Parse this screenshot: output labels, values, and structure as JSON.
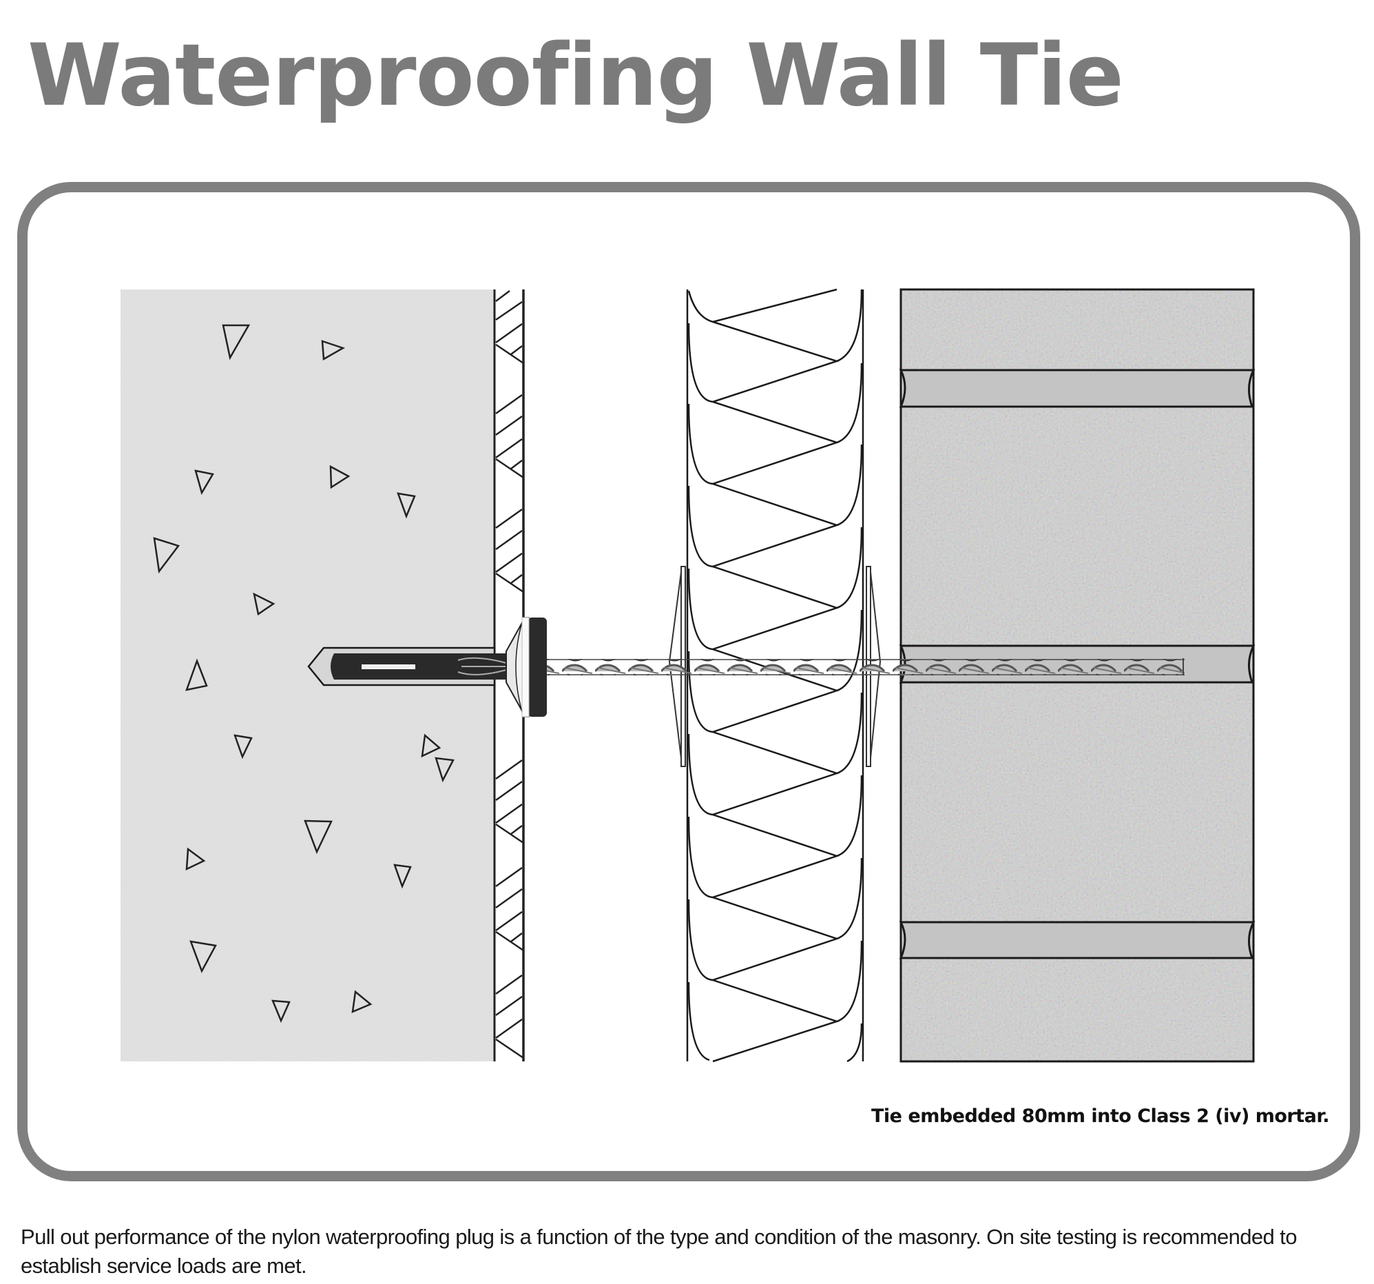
{
  "title": "Waterproofing Wall Tie",
  "diagram": {
    "caption": "Tie embedded 80mm into Class 2 (iv) mortar.",
    "layers": [
      {
        "name": "concrete-substrate",
        "fill": "#d8d8d8"
      },
      {
        "name": "waterproofing-membrane",
        "fill": "#ffffff"
      },
      {
        "name": "cavity",
        "fill": "#ffffff"
      },
      {
        "name": "insulation-batt",
        "fill": "#ffffff"
      },
      {
        "name": "brick-outer-leaf",
        "fill": "#9a9a9a"
      },
      {
        "name": "mortar-joint",
        "fill": "#c4c4c4"
      }
    ],
    "colors": {
      "frame": "#808080",
      "title": "#7b7b7b",
      "line": "#1a1a1a"
    }
  },
  "footer": {
    "note": "Pull out performance of the nylon waterproofing plug is a function of the type and condition of the masonry.  On site testing is recommended to establish service loads are met."
  }
}
